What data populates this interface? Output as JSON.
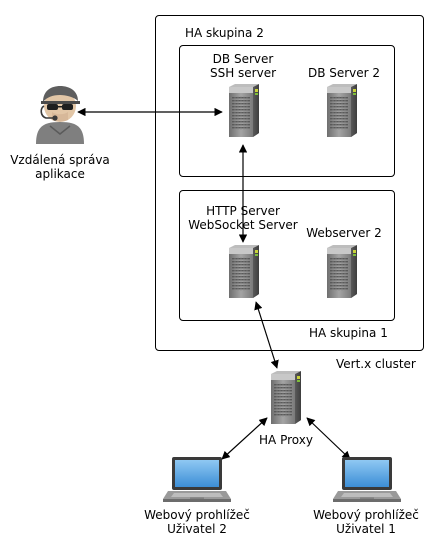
{
  "groups": {
    "cluster_label": "Vert.x cluster",
    "ha_group_2": "HA skupina 2",
    "ha_group_1": "HA skupina 1"
  },
  "servers": {
    "db_server_line1": "DB Server",
    "db_server_line2": "SSH server",
    "db_server_2": "DB Server 2",
    "http_server_line1": "HTTP Server",
    "http_server_line2": "WebSocket Server",
    "webserver_2": "Webserver 2",
    "ha_proxy": "HA Proxy"
  },
  "admin": {
    "line1": "Vzdálená správa",
    "line2": "aplikace"
  },
  "clients": {
    "left_line1": "Webový prohlížeč",
    "left_line2": "Uživatel 2",
    "right_line1": "Webový prohlížeč",
    "right_line2": "Uživatel 1"
  },
  "icons": {
    "server": "server-tower-icon",
    "laptop": "laptop-icon",
    "admin": "admin-person-icon"
  },
  "colors": {
    "server_body": "#8a8a8a",
    "laptop_screen": "#5aa8e6",
    "line": "#000000"
  }
}
